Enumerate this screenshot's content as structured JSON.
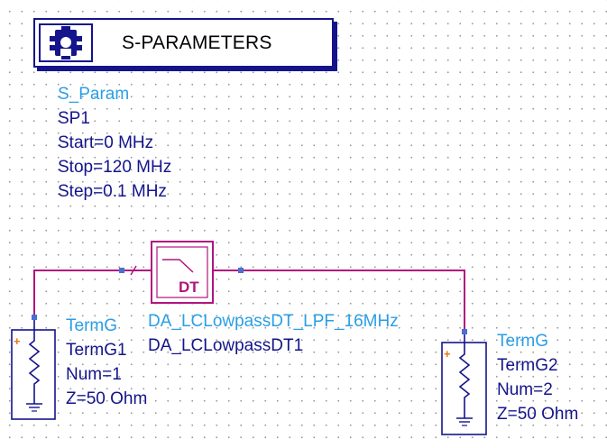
{
  "sparam": {
    "title": "S-PARAMETERS",
    "type_name": "S_Param",
    "instance": "SP1",
    "start": "Start=0 MHz",
    "stop": "Stop=120 MHz",
    "step": "Step=0.1 MHz"
  },
  "filter": {
    "symbol_text": "DT",
    "model": "DA_LCLowpassDT_LPF_16MHz",
    "instance": "DA_LCLowpassDT1"
  },
  "term1": {
    "type_name": "TermG",
    "instance": "TermG1",
    "num": "Num=1",
    "z": "Z=50 Ohm",
    "plus": "+"
  },
  "term2": {
    "type_name": "TermG",
    "instance": "TermG2",
    "num": "Num=2",
    "z": "Z=50 Ohm",
    "plus": "+"
  },
  "colors": {
    "wire": "#b0157e",
    "component": "#14148c",
    "label_cyan": "#2a9ee6",
    "pin": "#4a6fd0"
  },
  "icons": [
    "gear-icon",
    "lowpass-filter-symbol",
    "resistor-symbol",
    "ground-symbol"
  ]
}
